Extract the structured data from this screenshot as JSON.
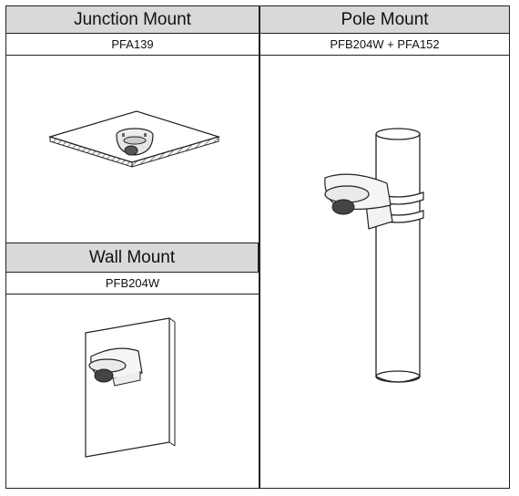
{
  "junction": {
    "title": "Junction Mount",
    "model": "PFA139",
    "illustration_icon": "ceiling-junction-mount-icon"
  },
  "pole": {
    "title": "Pole Mount",
    "model": "PFB204W + PFA152",
    "illustration_icon": "pole-mount-icon"
  },
  "wall": {
    "title": "Wall Mount",
    "model": "PFB204W",
    "illustration_icon": "wall-mount-icon"
  }
}
